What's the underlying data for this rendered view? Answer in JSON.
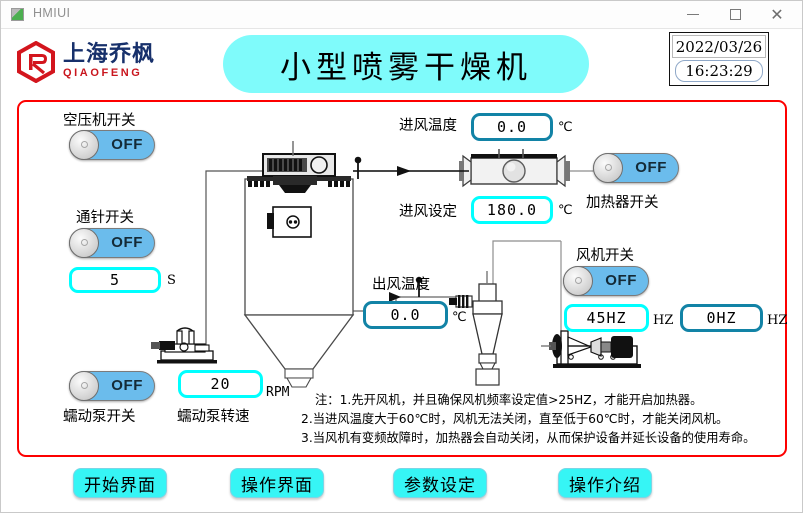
{
  "window": {
    "title": "HMIUI",
    "minimize_label": "–",
    "maximize_label": "□",
    "close_label": "✕"
  },
  "logo": {
    "cn": "上海乔枫",
    "en": "QIAOFENG"
  },
  "header": {
    "title": "小型喷雾干燥机",
    "date": "2022/03/26",
    "time": "16:23:29"
  },
  "controls": {
    "air_compressor": {
      "label": "空压机开关",
      "state": "OFF"
    },
    "needle": {
      "label": "通针开关",
      "state": "OFF",
      "value": "5",
      "unit": "S"
    },
    "peristaltic_pump": {
      "label": "蠕动泵开关",
      "state": "OFF"
    },
    "pump_speed": {
      "label": "蠕动泵转速",
      "value": "20",
      "unit": "RPM"
    },
    "heater": {
      "label": "加热器开关",
      "state": "OFF"
    },
    "fan": {
      "label": "风机开关",
      "state": "OFF"
    },
    "fan_freq_set": {
      "value": "45HZ",
      "unit": "HZ"
    },
    "fan_freq_actual": {
      "value": "0HZ",
      "unit": "HZ"
    }
  },
  "readouts": {
    "inlet_temp": {
      "label": "进风温度",
      "value": "0.0",
      "unit": "℃"
    },
    "inlet_set": {
      "label": "进风设定",
      "value": "180.0",
      "unit": "℃"
    },
    "outlet_temp": {
      "label": "出风温度",
      "value": "0.0",
      "unit": "℃"
    }
  },
  "notes": {
    "line1": "注：1.先开风机，并且确保风机频率设定值>25HZ，才能开启加热器。",
    "line2": "2.当进风温度大于60℃时，风机无法关闭，直至低于60℃时，才能关闭风机。",
    "line3": "3.当风机有变频故障时，加热器会自动关闭，从而保护设备并延长设备的使用寿命。"
  },
  "nav": {
    "start": "开始界面",
    "operation": "操作界面",
    "parameters": "参数设定",
    "intro": "操作介绍"
  },
  "colors": {
    "frame": "#fd0000",
    "title_bg": "#7ffbfb",
    "button_bg": "#36f5f5",
    "toggle_track": "#6bbcec",
    "box_cyan": "#00ffff",
    "box_teal": "#1283a6",
    "logo_red": "#c9161e",
    "logo_navy": "#17306b"
  }
}
